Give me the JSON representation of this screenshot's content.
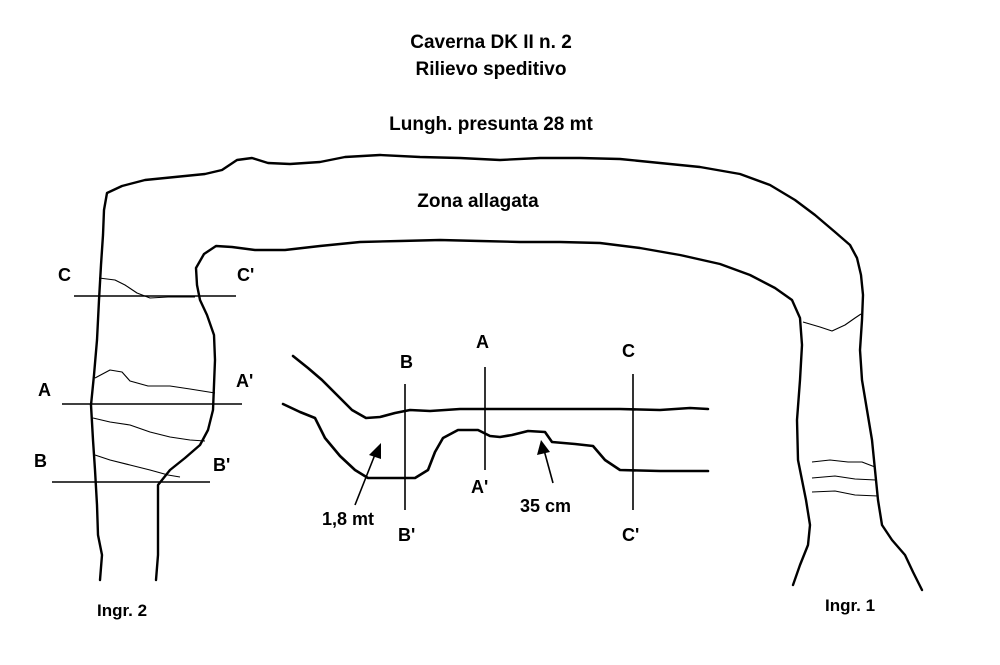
{
  "title": {
    "line1": "Caverna DK II n. 2",
    "line2": "Rilievo speditivo",
    "length": "Lungh. presunta 28 mt"
  },
  "plan": {
    "flooded_zone": "Zona allagata",
    "entrance_2": "Ingr. 2",
    "entrance_1": "Ingr. 1",
    "sections": {
      "c": "C",
      "c_prime": "C'",
      "a": "A",
      "a_prime": "A'",
      "b": "B",
      "b_prime": "B'"
    }
  },
  "profile": {
    "sections": {
      "b": "B",
      "b_prime": "B'",
      "a": "A",
      "a_prime": "A'",
      "c": "C",
      "c_prime": "C'"
    },
    "depth_label": "1,8 mt",
    "height_label": "35 cm"
  }
}
